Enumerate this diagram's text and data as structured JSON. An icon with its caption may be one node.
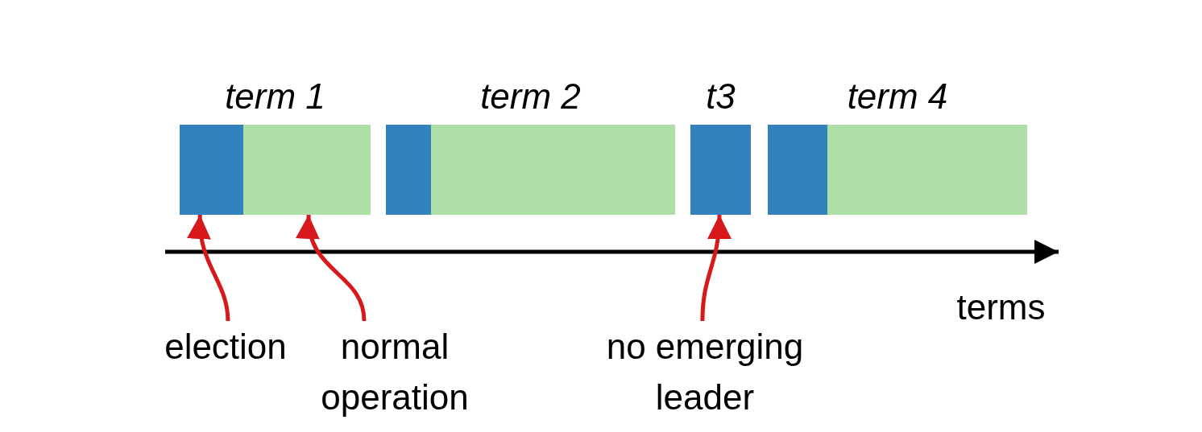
{
  "diagram": {
    "nodes": [
      {
        "text": [
          "term 1"
        ]
      },
      {
        "text": [],
        "shape": "box",
        "in": 0
      },
      {
        "text": [],
        "shape": "box",
        "in": 0
      },
      {
        "text": [
          "term 2"
        ]
      },
      {
        "text": [],
        "shape": "box",
        "in": 3
      },
      {
        "text": [],
        "shape": "box",
        "in": 3
      },
      {
        "text": [
          "t3"
        ]
      },
      {
        "text": [],
        "shape": "box",
        "in": 6
      },
      {
        "text": [
          "term 4"
        ]
      },
      {
        "text": [],
        "shape": "box",
        "in": 8
      },
      {
        "text": [],
        "shape": "box",
        "in": 8
      },
      {
        "text": [
          "election"
        ]
      },
      {
        "text": [
          "normal operation"
        ]
      },
      {
        "text": [
          "no emerging leader"
        ]
      }
    ],
    "edges": [
      {
        "from": 11,
        "to": 1,
        "arrow": "to"
      },
      {
        "from": 12,
        "to": 2,
        "arrow": "to"
      },
      {
        "from": 13,
        "to": 7,
        "arrow": "to"
      }
    ],
    "labels": [
      "terms"
    ]
  }
}
